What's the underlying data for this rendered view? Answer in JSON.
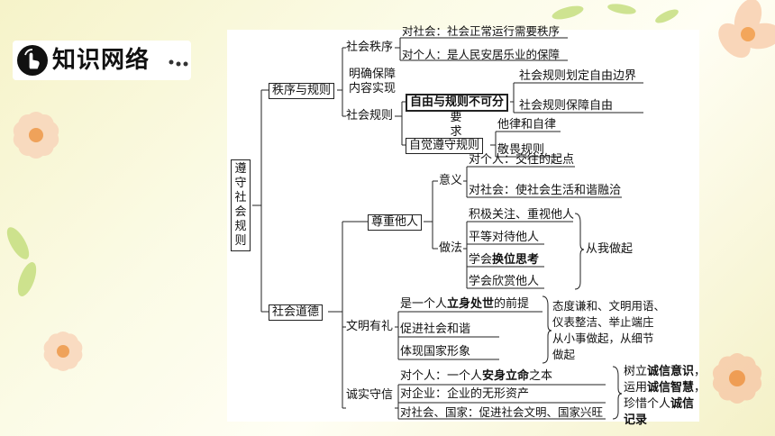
{
  "header": {
    "title": "知识网络"
  },
  "colors": {
    "line": "#222222",
    "background": "#fbfbe6",
    "flower": "#f7c7a8",
    "leaf": "#b9d96a"
  },
  "icons": [
    "hand-pointer-icon",
    "dots-icon"
  ],
  "root": "遵守社会规则",
  "order": {
    "label": "秩序与规则",
    "social_order": "社会秩序",
    "order_items": [
      "对社会：社会正常运行需要秩序",
      "对个人：是人民安居乐业的保障"
    ],
    "clarify": "明确内容",
    "guarantee": "保障实现",
    "social_rules": "社会规则",
    "freedom": "自由与规则不可分",
    "freedom_items": [
      "社会规则划定自由边界",
      "社会规则保障自由"
    ],
    "require": "要求",
    "observe": "自觉遵守规则",
    "observe_items": [
      "他律和自律",
      "敬畏规则"
    ]
  },
  "morality": {
    "label": "社会道德",
    "respect": {
      "label": "尊重他人",
      "meaning": "意义",
      "meaning_items": [
        "对个人：交往的起点",
        "对社会：使社会生活和谐融洽"
      ],
      "method": "做法",
      "method_items": [
        "积极关注、重视他人",
        "平等对待他人",
        "学会",
        "换位思考",
        "学会欣赏他人"
      ],
      "start": "从我做起"
    },
    "civility": {
      "label": "文明有礼",
      "items": [
        "是一个人",
        "立身处世",
        "的前提",
        "促进社会和谐",
        "体现国家形象"
      ],
      "note": [
        "态度谦和、文明用语、",
        "仪表整洁、举止端庄",
        "从小事做起，从细节",
        "做起"
      ]
    },
    "honesty": {
      "label": "诚实守信",
      "items": [
        "对个人：一个人",
        "安身立命",
        "之本",
        "对企业：企业的无形资产",
        "对社会、国家：促进社会文明、国家兴旺"
      ],
      "note": [
        "树立",
        "诚信意识",
        "，",
        "运用",
        "诚信智慧",
        "，",
        "珍惜个人",
        "诚信",
        "记录"
      ]
    }
  }
}
